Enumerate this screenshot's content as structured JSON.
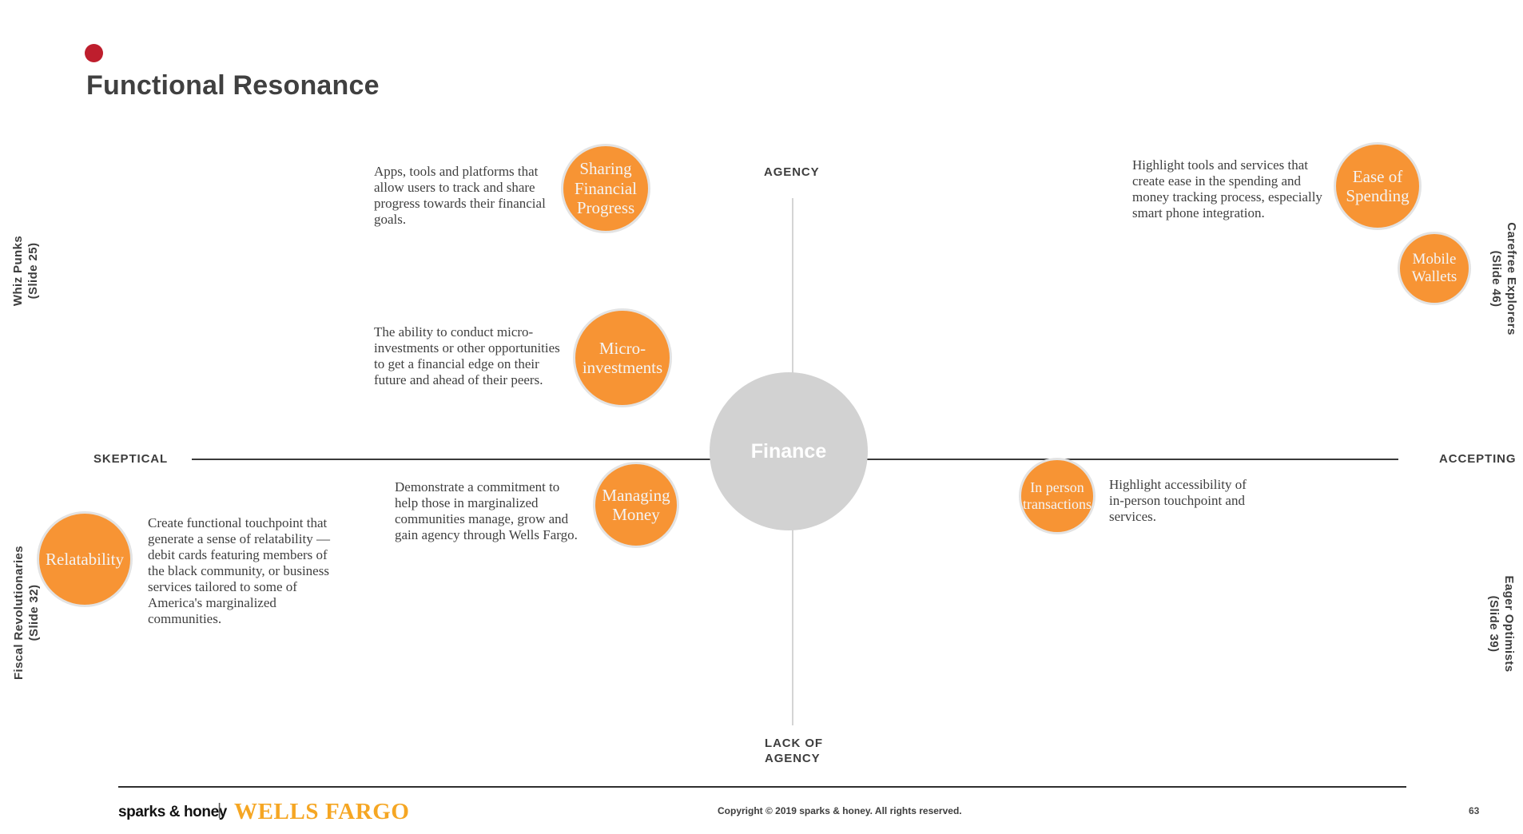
{
  "header": {
    "title": "Functional Resonance",
    "brand_dot_color": "#be1e2d"
  },
  "matrix": {
    "axes": {
      "top_label": "AGENCY",
      "bottom_label": "LACK OF\nAGENCY",
      "left_label": "SKEPTICAL",
      "right_label": "ACCEPTING"
    },
    "center_node": {
      "label": "Finance",
      "color": "#d2d2d2"
    },
    "segments": [
      {
        "name": "whiz-punks",
        "label": "Whiz Punks\n(Slide 25)",
        "position": "top-left"
      },
      {
        "name": "carefree-explorers",
        "label": "Carefree Explorers\n(Slide 46)",
        "position": "top-right"
      },
      {
        "name": "fiscal-revolutionaries",
        "label": "Fiscal Revolutionaries\n(Slide 32)",
        "position": "bottom-left"
      },
      {
        "name": "eager-optimists",
        "label": "Eager Optimists\n(Slide 39)",
        "position": "bottom-right"
      }
    ],
    "bubble_color": "#f79434",
    "nodes": [
      {
        "name": "sharing-financial-progress",
        "label": "Sharing\nFinancial\nProgress",
        "description": "Apps, tools and platforms that allow users to track and share progress towards their financial goals."
      },
      {
        "name": "ease-of-spending",
        "label": "Ease of\nSpending",
        "description": "Highlight tools and services that create ease in the spending and money tracking process, especially smart phone integration."
      },
      {
        "name": "mobile-wallets",
        "label": "Mobile\nWallets",
        "description": ""
      },
      {
        "name": "micro-investments",
        "label": "Micro-\ninvestments",
        "description": "The ability to conduct micro-investments or other opportunities to get a financial edge on their future and ahead of their peers."
      },
      {
        "name": "managing-money",
        "label": "Managing\nMoney",
        "description": "Demonstrate a commitment to help those in marginalized communities manage, grow and gain agency through Wells Fargo."
      },
      {
        "name": "in-person-transactions",
        "label": "In person\ntransactions",
        "description": "Highlight accessibility of in-person touchpoint and services."
      },
      {
        "name": "relatability",
        "label": "Relatability",
        "description": "Create functional touchpoint that generate a sense of relatability — debit cards featuring members of the black community, or business services tailored to some of America's marginalized communities."
      }
    ]
  },
  "footer": {
    "logo_sparks": "sparks & honey",
    "logo_divider": "|",
    "logo_wells_fargo": "WELLS FARGO",
    "copyright": "Copyright © 2019 sparks & honey. All rights reserved.",
    "page_number": "63"
  }
}
